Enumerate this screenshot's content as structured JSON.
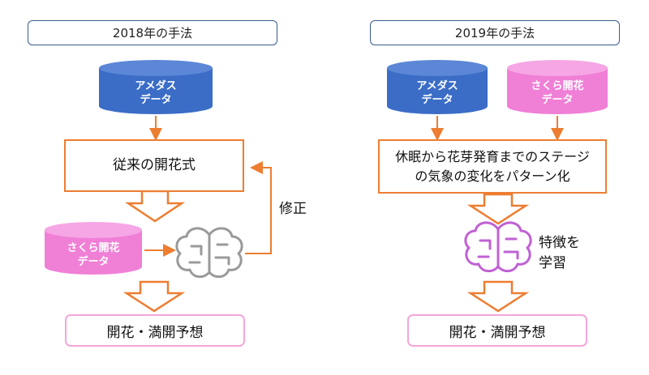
{
  "left": {
    "header": "2018年の手法",
    "amedas": "アメダス\nデータ",
    "formula": "従来の開花式",
    "sakura": "さくら開花\nデータ",
    "correction": "修正",
    "output": "開花・満開予想"
  },
  "right": {
    "header": "2019年の手法",
    "amedas": "アメダス\nデータ",
    "sakura": "さくら開花\nデータ",
    "pattern": "休眠から花芽発育までのステージ\nの気象の変化をパターン化",
    "learn": "特徴を\n学習",
    "output": "開花・満開予想"
  },
  "colors": {
    "blue_cylinder": "#3b6dc7",
    "pink_cylinder": "#f07fd6",
    "orange": "#ed7d31",
    "brain_grey": "#9a9a9a",
    "brain_purple": "#c061d4"
  }
}
